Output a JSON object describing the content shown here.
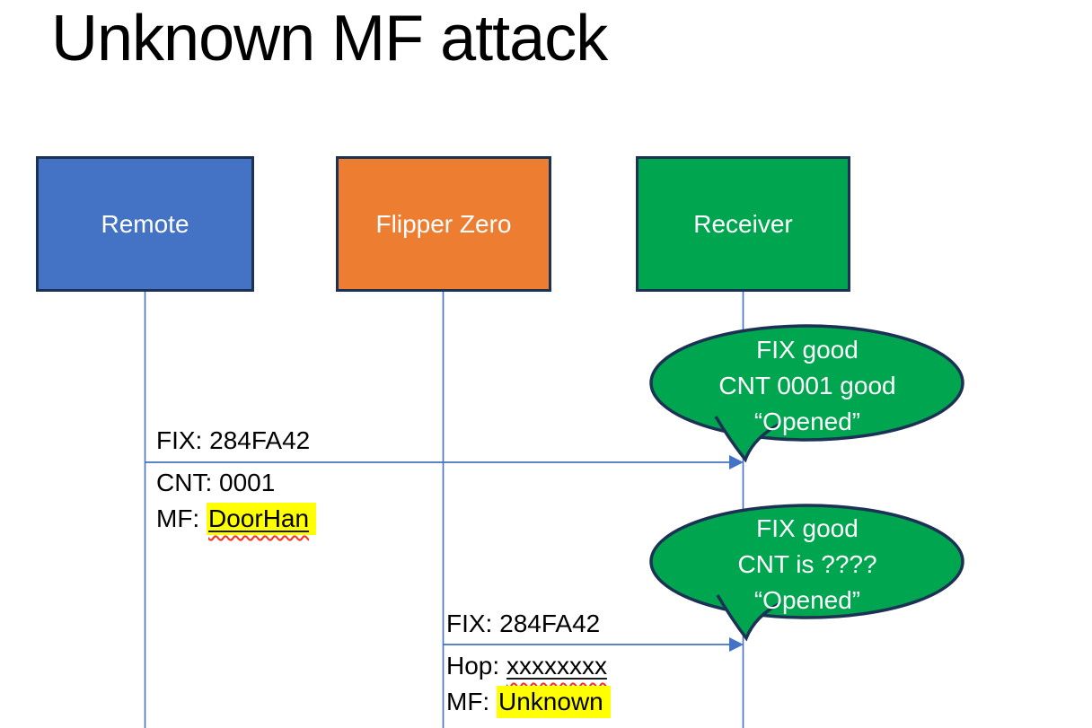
{
  "slide": {
    "title": "Unknown MF attack"
  },
  "actors": [
    {
      "label": "Remote",
      "fill": "#4472C4"
    },
    {
      "label": "Flipper Zero",
      "fill": "#ED7D31"
    },
    {
      "label": "Receiver",
      "fill": "#00A64F"
    }
  ],
  "messages": [
    {
      "above_label": "FIX: 284FA42",
      "below_lines": [
        {
          "prefix": "CNT: ",
          "value": "0001"
        },
        {
          "prefix": "MF: ",
          "value": "DoorHan"
        }
      ]
    },
    {
      "above_label": "FIX: 284FA42",
      "below_lines": [
        {
          "prefix": "Hop: ",
          "value": "xxxxxxxx"
        },
        {
          "prefix": "MF: ",
          "value": "Unknown"
        }
      ]
    }
  ],
  "callouts": [
    {
      "lines": [
        "FIX good",
        "CNT 0001 good",
        "“Opened”"
      ]
    },
    {
      "lines": [
        "FIX good",
        "CNT is ????",
        "“Opened”"
      ]
    }
  ],
  "colors": {
    "actor_blue": "#4472C4",
    "actor_orange": "#ED7D31",
    "actor_green": "#00A64F",
    "shape_border": "#1C3254",
    "connector_blue": "#4472C4",
    "highlight_yellow": "#FFFF00",
    "squiggle_red": "#FF2D16",
    "text_dark": "#000000",
    "text_light": "#FFFFFF"
  }
}
